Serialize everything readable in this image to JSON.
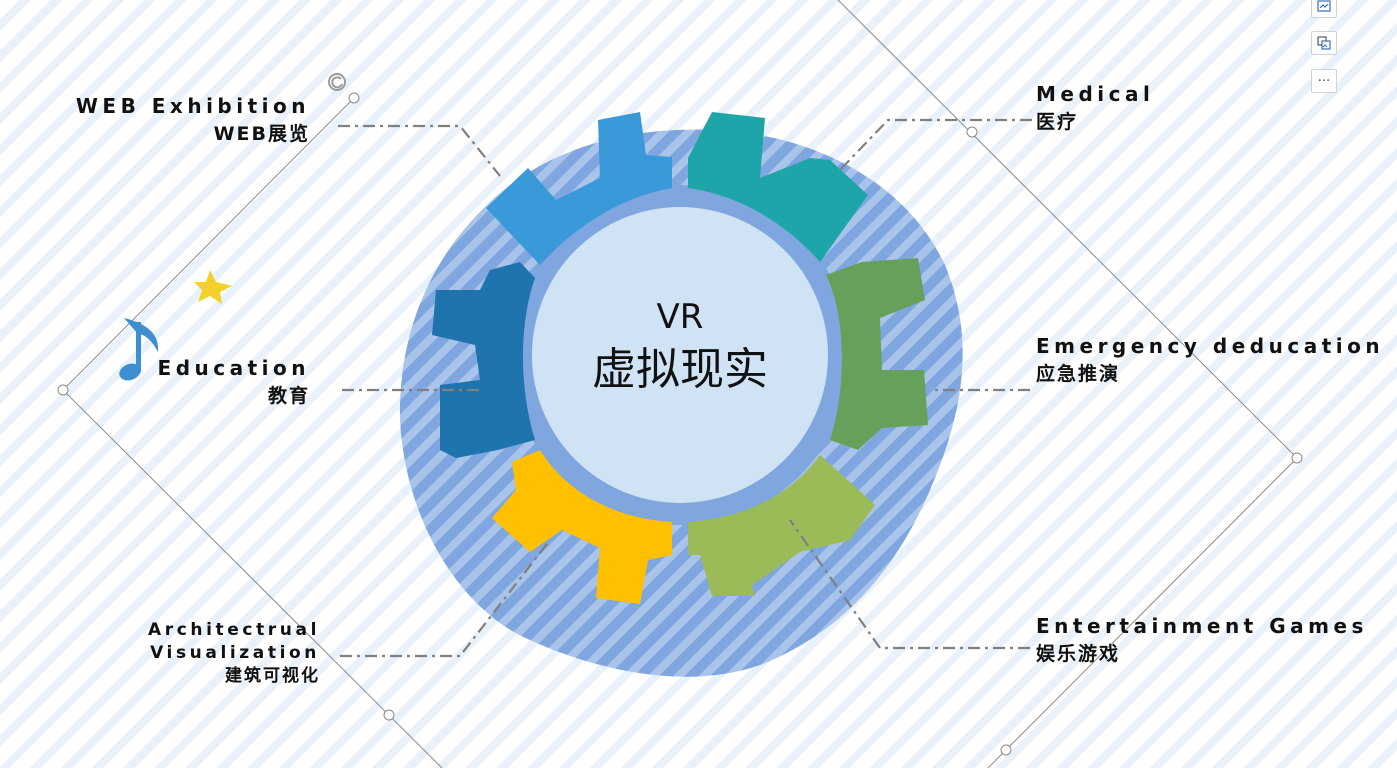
{
  "center": {
    "line1": "VR",
    "line2": "虚拟现实"
  },
  "labels": {
    "web": {
      "en": "WEB Exhibition",
      "zh": "WEB展览"
    },
    "education": {
      "en": "Education",
      "zh": "教育"
    },
    "architecture": {
      "en1": "Architectrual",
      "en2": "Visualization",
      "zh": "建筑可视化"
    },
    "medical": {
      "en": "Medical",
      "zh": "医疗"
    },
    "emergency": {
      "en": "Emergency deducation",
      "zh": "应急推演"
    },
    "games": {
      "en": "Entertainment Games",
      "zh": "娱乐游戏"
    }
  },
  "colors": {
    "blob": "#7fa6de",
    "blob_stripe": "#a9c4ea",
    "inner_circle": "#cfe3f5",
    "gear_web": "#3a99d8",
    "gear_medical": "#1ea5a9",
    "gear_emergency": "#65a15a",
    "gear_games": "#9bbb59",
    "gear_architecture": "#ffc000",
    "gear_education": "#1f74ae",
    "connector": "#7f7f7f",
    "note": "#3d8fd1",
    "star": "#f4d12a"
  },
  "icons": {
    "decor": [
      "music-note-icon",
      "star-icon"
    ],
    "toolbar": [
      "layout-options-icon",
      "picture-format-icon",
      "more-options-icon"
    ]
  },
  "toolbar": {
    "more_label": "···"
  }
}
